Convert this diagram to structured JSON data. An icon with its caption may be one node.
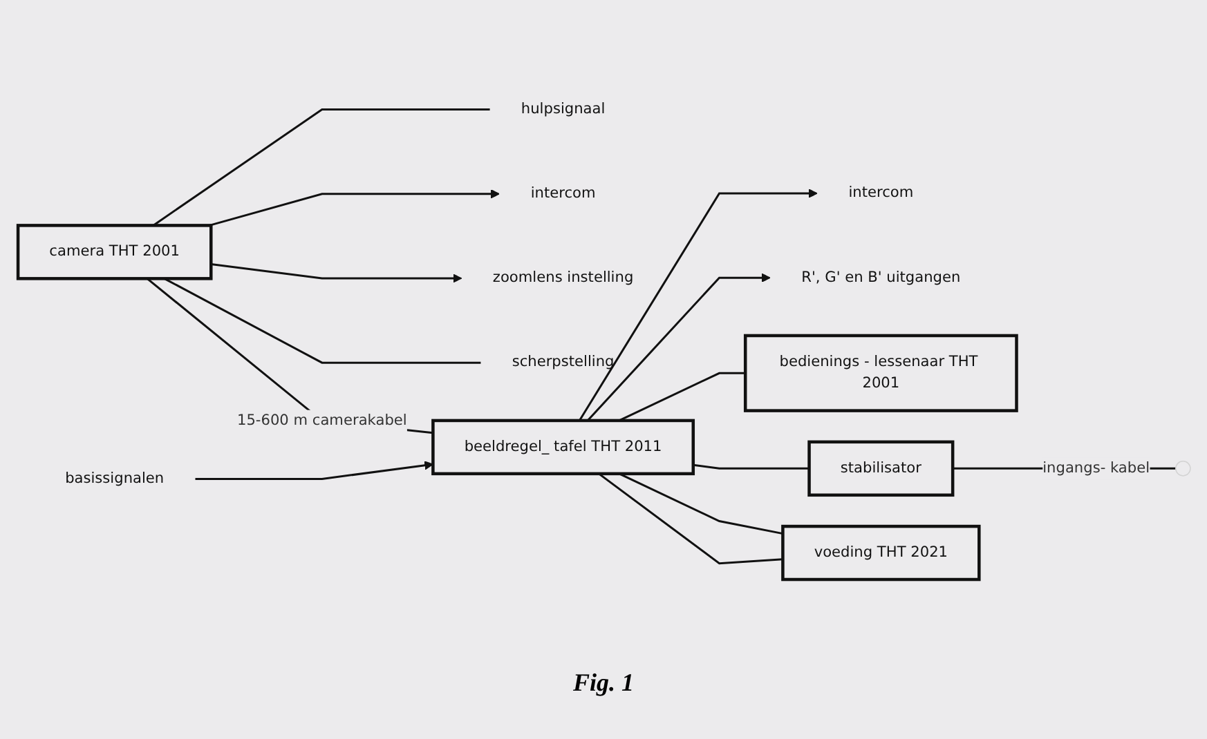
{
  "diagram": {
    "caption": "Fig. 1",
    "nodes": [
      {
        "text": [
          "hulpsignaal"
        ]
      },
      {
        "text": [
          "intercom"
        ]
      },
      {
        "text": [
          "camera THT 2001"
        ]
      },
      {
        "text": [
          "zoomlens instelling"
        ]
      },
      {
        "text": [
          "scherpstelling"
        ]
      },
      {
        "text": [
          "beeldregel_ tafel THT 2011"
        ]
      },
      {
        "text": [
          "intercom"
        ]
      },
      {
        "text": [
          "basissignalen"
        ]
      },
      {
        "text": [
          "R', G' en B' uitgangen"
        ]
      },
      {
        "text": [
          "bedienings - lessenaar THT 2001"
        ]
      },
      {
        "text": [
          "stabilisator"
        ]
      },
      {
        "text": [
          "voeding THT 2021"
        ]
      }
    ],
    "edges": [
      {
        "from": 2,
        "to": 0,
        "arrow": "none"
      },
      {
        "from": 2,
        "to": 1,
        "arrow": "to"
      },
      {
        "from": 2,
        "to": 3,
        "arrow": "to"
      },
      {
        "from": 2,
        "to": 4,
        "arrow": "none"
      },
      {
        "from": 2,
        "to": 5,
        "arrow": "none",
        "label": "15-600 m camerakabel"
      },
      {
        "from": 7,
        "to": 5,
        "arrow": "to"
      },
      {
        "from": 5,
        "to": 6,
        "arrow": "to"
      },
      {
        "from": 5,
        "to": 8,
        "arrow": "to"
      },
      {
        "from": 5,
        "to": 9,
        "arrow": "none"
      },
      {
        "from": 5,
        "to": 10,
        "arrow": "none"
      },
      {
        "from": 5,
        "to": 11,
        "arrow": "none"
      },
      {
        "from": 5,
        "to": 11,
        "arrow": "none"
      },
      {
        "from": 10,
        "to": null,
        "arrow": "none",
        "label": "ingangs- kabel"
      }
    ]
  }
}
